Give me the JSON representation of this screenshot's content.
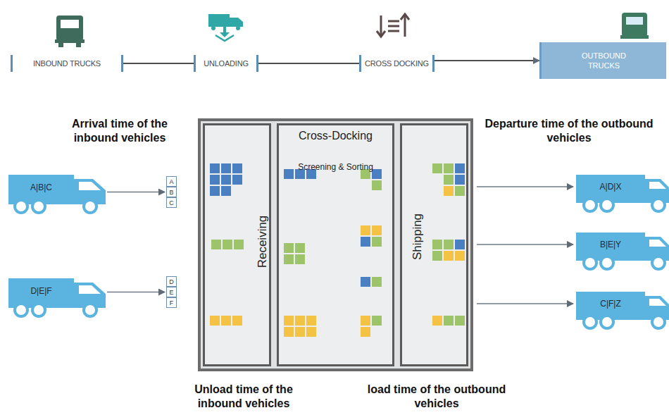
{
  "diagram": {
    "nodes": [
      {
        "text": [
          "INBOUND TRUCKS"
        ]
      },
      {
        "text": [
          "UNLOADING"
        ]
      },
      {
        "text": [
          "CROSS DOCKING"
        ]
      },
      {
        "text": [
          "OUTBOUND TRUCKS"
        ]
      },
      {
        "text": [
          "A|B|C"
        ]
      },
      {
        "text": [
          "D|E|F"
        ]
      },
      {
        "text": [
          "A"
        ]
      },
      {
        "text": [
          "B"
        ]
      },
      {
        "text": [
          "C"
        ]
      },
      {
        "text": [
          "D"
        ]
      },
      {
        "text": [
          "E"
        ]
      },
      {
        "text": [
          "F"
        ]
      },
      {
        "text": [
          "Receiving"
        ]
      },
      {
        "text": [
          "Cross-Docking",
          "Screening & Sorting"
        ]
      },
      {
        "text": [
          "Shipping"
        ]
      },
      {
        "text": [
          "A|D|X"
        ]
      },
      {
        "text": [
          "B|E|Y"
        ]
      },
      {
        "text": [
          "C|F|Z"
        ]
      }
    ],
    "edges": [
      {
        "from": 0,
        "to": 1,
        "arrow": "none"
      },
      {
        "from": 1,
        "to": 2,
        "arrow": "none"
      },
      {
        "from": 2,
        "to": 3,
        "arrow": "to"
      },
      {
        "from": 4,
        "to": 7,
        "arrow": "to"
      },
      {
        "from": 5,
        "to": 10,
        "arrow": "to"
      },
      {
        "from": 14,
        "to": 15,
        "arrow": "to"
      },
      {
        "from": 14,
        "to": 16,
        "arrow": "to"
      },
      {
        "from": 14,
        "to": 17,
        "arrow": "to"
      }
    ],
    "labels": [
      "Arrival time of the inbound vehicles",
      "Departure time of the outbound vehicles",
      "Unload time of the inbound vehicles",
      "load time of the outbound vehicles"
    ]
  }
}
